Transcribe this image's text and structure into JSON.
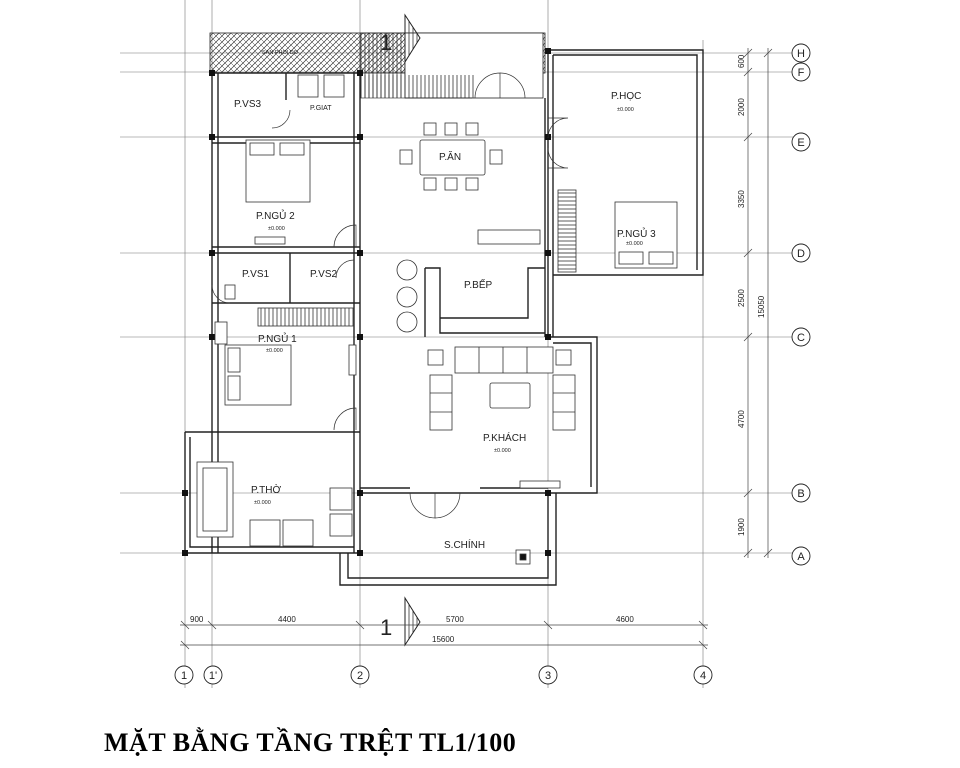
{
  "drawing_title": "MẶT BẰNG TẦNG TRỆT TL1/100",
  "section_mark": "1",
  "rooms": {
    "p_vs3": "P.VS3",
    "p_giat": "P.GIAT",
    "san_phoi_do": "SAN PHOI DO",
    "p_hoc": "P.HỌC",
    "p_an": "P.ĂN",
    "p_ngu_2": "P.NGỦ 2",
    "p_ngu_3": "P.NGỦ 3",
    "p_vs1": "P.VS1",
    "p_vs2": "P.VS2",
    "p_bep": "P.BẾP",
    "p_ngu_1": "P.NGỦ 1",
    "p_khach": "P.KHÁCH",
    "p_tho": "P.THỜ",
    "s_chinh": "S.CHÍNH"
  },
  "level_mark": "±0.000",
  "horizontal_dimensions": [
    "900",
    "4400",
    "5700",
    "4600"
  ],
  "horizontal_total": "15600",
  "vertical_dimensions": [
    "600",
    "2000",
    "3350",
    "2500",
    "4700",
    "1900"
  ],
  "vertical_total": "15050",
  "grid_columns": [
    "1",
    "1'",
    "2",
    "3",
    "4"
  ],
  "grid_rows": [
    "H",
    "F",
    "E",
    "D",
    "C",
    "B",
    "A"
  ]
}
